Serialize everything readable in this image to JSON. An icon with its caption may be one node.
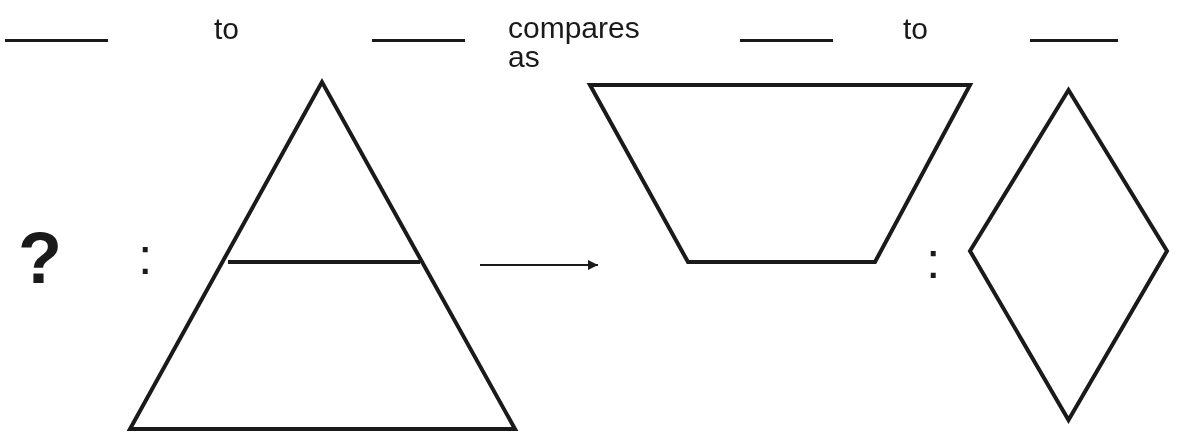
{
  "diagram": {
    "nodes": [
      {
        "text": [],
        "shape": "triangle"
      },
      {
        "text": [],
        "shape": "trapezoid"
      },
      {
        "text": [],
        "shape": "diamond"
      }
    ],
    "edges": [
      {
        "from": 0,
        "to": 1,
        "arrow": "to"
      }
    ],
    "labels": [
      "to",
      "compares as",
      "to",
      "?",
      ":",
      ":"
    ]
  }
}
